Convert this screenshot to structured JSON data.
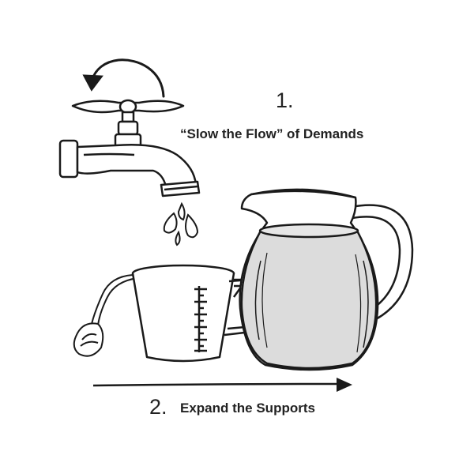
{
  "step1": {
    "number": "1.",
    "text": "“Slow the Flow” of Demands"
  },
  "step2": {
    "number": "2.",
    "text": "Expand the Supports"
  },
  "icons": [
    "counterclockwise-arrow-icon",
    "faucet-icon",
    "water-drops-icon",
    "measuring-cup-icon",
    "spoon-icon",
    "pitcher-icon",
    "right-arrow-icon"
  ],
  "colors": {
    "ink": "#1a1a1a",
    "water_fill": "#dcdcdc",
    "background": "#ffffff"
  }
}
